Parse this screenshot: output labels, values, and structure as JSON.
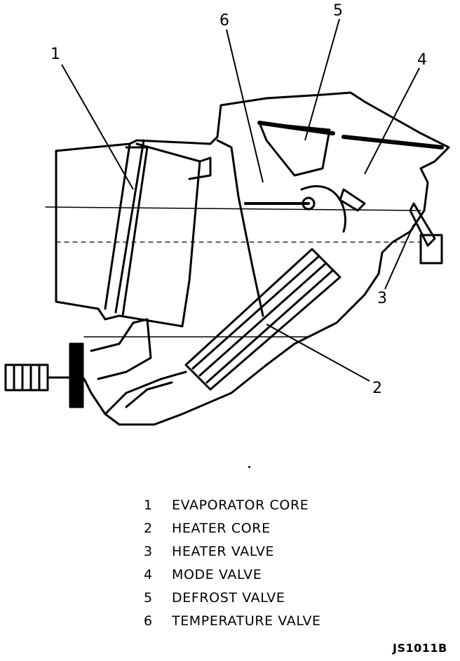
{
  "callouts": {
    "c1": "1",
    "c2": "2",
    "c3": "3",
    "c4": "4",
    "c5": "5",
    "c6": "6"
  },
  "legend": [
    {
      "num": "1",
      "text": "EVAPORATOR CORE"
    },
    {
      "num": "2",
      "text": "HEATER CORE"
    },
    {
      "num": "3",
      "text": "HEATER VALVE"
    },
    {
      "num": "4",
      "text": "MODE VALVE"
    },
    {
      "num": "5",
      "text": "DEFROST VALVE"
    },
    {
      "num": "6",
      "text": "TEMPERATURE VALVE"
    }
  ],
  "figure_id": "JS1011B"
}
